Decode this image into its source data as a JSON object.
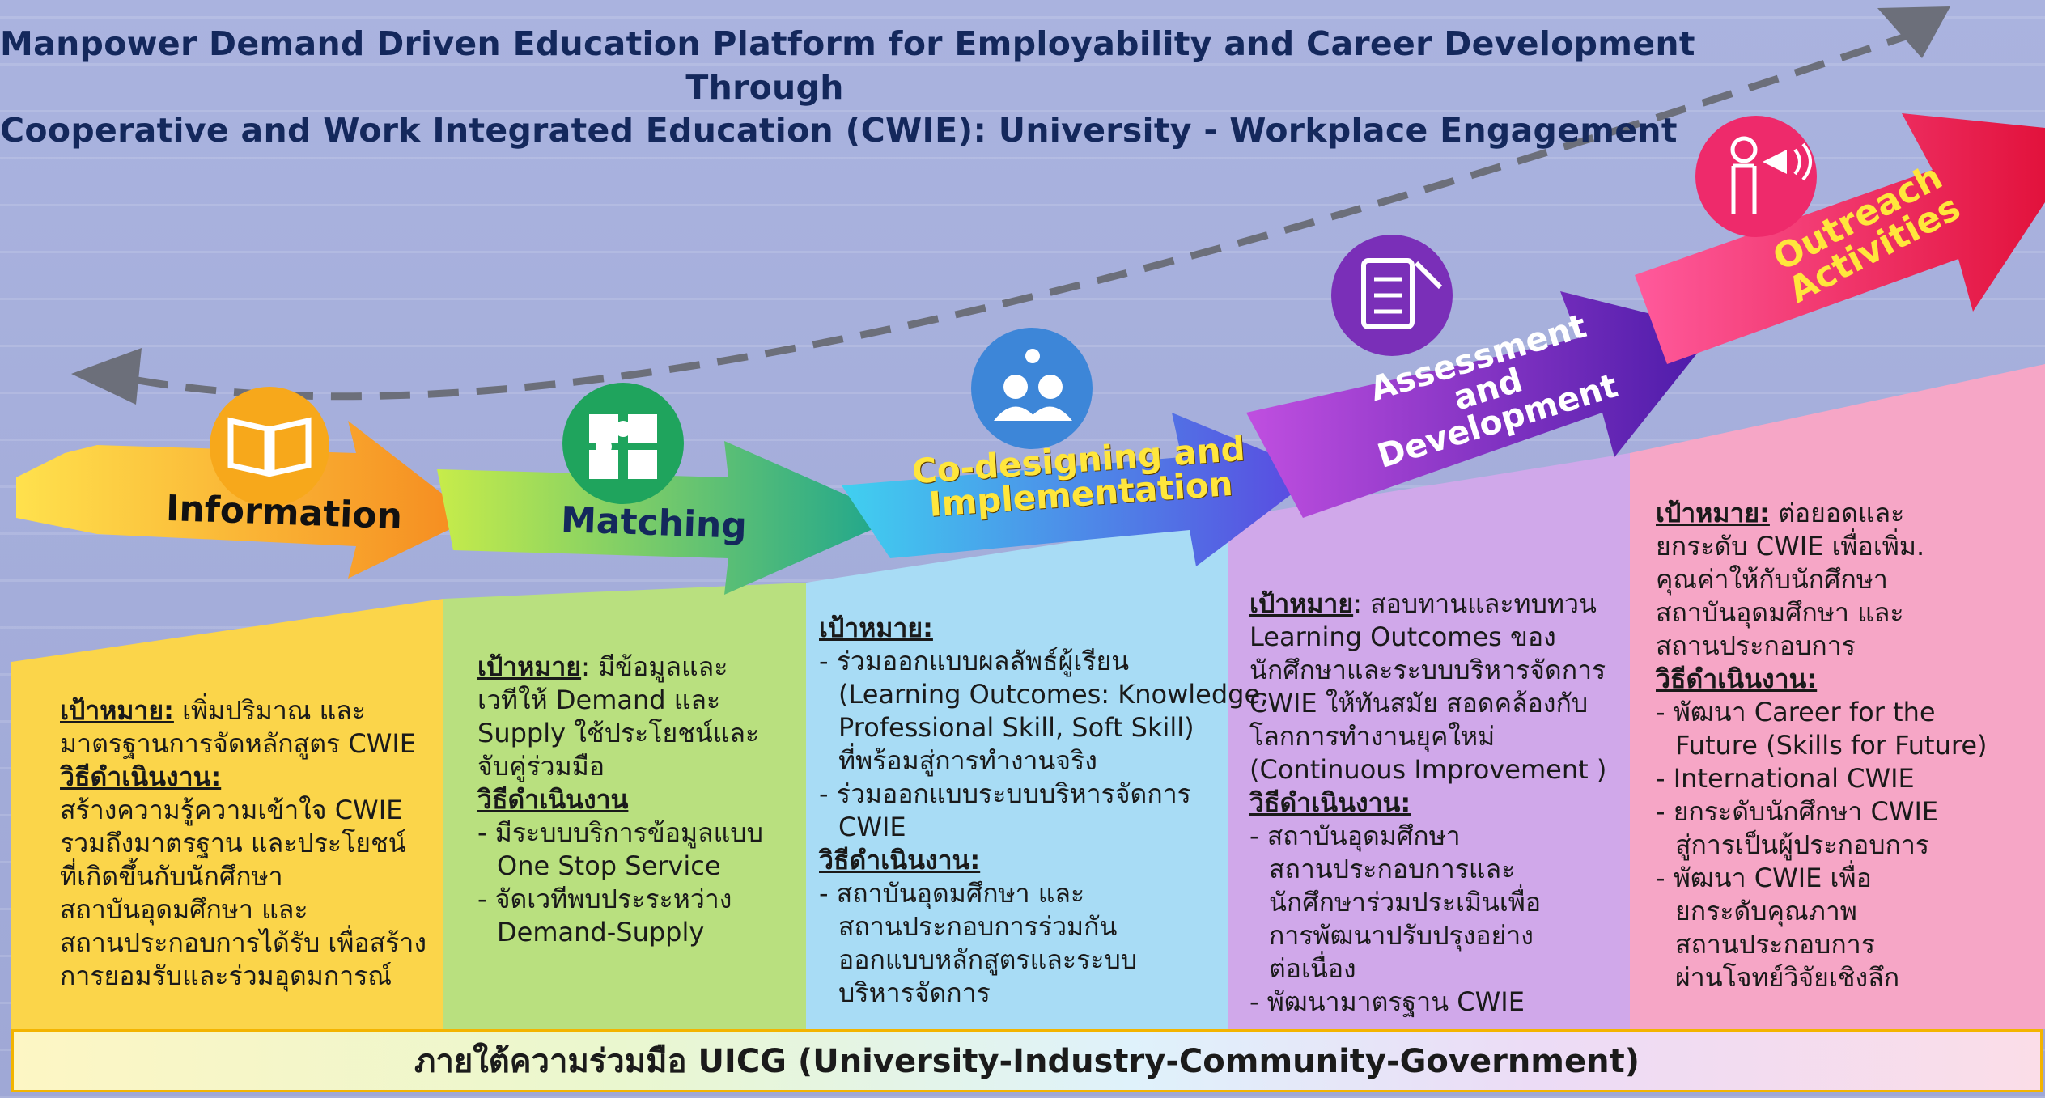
{
  "title": {
    "line1": "Manpower Demand Driven Education Platform for Employability and Career Development",
    "line2": "Through",
    "line3": "Cooperative and Work Integrated Education (CWIE): University - Workplace Engagement"
  },
  "stages": [
    {
      "label": "Information",
      "icon": "book-icon",
      "color": "#f6a21d"
    },
    {
      "label": "Matching",
      "icon": "puzzle-icon",
      "color": "#2ab5a0"
    },
    {
      "label_line1": "Co-designing and",
      "label_line2": "Implementation",
      "icon": "team-idea-icon",
      "color": "#3a8ee6"
    },
    {
      "label_line1": "Assessment",
      "label_line2": "and",
      "label_line3": "Development",
      "icon": "checklist-icon",
      "color": "#8e2fc8"
    },
    {
      "label_line1": "Outreach",
      "label_line2": "Activities",
      "icon": "megaphone-person-icon",
      "color": "#f0317a"
    }
  ],
  "panels": [
    {
      "goal_head": "เป้าหมาย:",
      "goal_lines": [
        " เพิ่มปริมาณ และ",
        "มาตรฐานการจัดหลักสูตร CWIE"
      ],
      "method_head": "วิธีดำเนินงาน:",
      "method_lines": [
        "สร้างความรู้ความเข้าใจ CWIE",
        "รวมถึงมาตรฐาน และประโยชน์",
        "ที่เกิดขึ้นกับนักศึกษา",
        "สถาบันอุดมศึกษา และ",
        "สถานประกอบการได้รับ เพื่อสร้าง",
        "การยอมรับและร่วมอุดมการณ์"
      ]
    },
    {
      "goal_head": "เป้าหมาย",
      "goal_lines": [
        ": มีข้อมูลและ",
        "เวทีให้ Demand และ",
        "Supply ใช้ประโยชน์และ",
        "จับคู่ร่วมมือ"
      ],
      "method_head": "วิธีดำเนินงาน",
      "method_lines": [
        "- มีระบบบริการข้อมูลแบบ",
        "One Stop Service",
        "- จัดเวทีพบประระหว่าง",
        "Demand-Supply"
      ]
    },
    {
      "goal_head": "เป้าหมาย:",
      "goal_lines": [
        "- ร่วมออกแบบผลลัพธ์ผู้เรียน",
        "(Learning Outcomes: Knowledge,",
        "Professional  Skill, Soft  Skill)",
        "ที่พร้อมสู่การทำงานจริง",
        "- ร่วมออกแบบระบบบริหารจัดการ",
        "CWIE"
      ],
      "method_head": "วิธีดำเนินงาน:",
      "method_lines": [
        "- สถาบันอุดมศึกษา และ",
        "สถานประกอบการร่วมกัน",
        "ออกแบบหลักสูตรและระบบ",
        "บริหารจัดการ"
      ]
    },
    {
      "goal_head": "เป้าหมาย",
      "goal_lines": [
        ": สอบทานและทบทวน",
        "Learning Outcomes ของ",
        "นักศึกษาและระบบบริหารจัดการ",
        "CWIE ให้ทันสมัย สอดคล้องกับ",
        "โลกการทำงานยุคใหม่",
        "(Continuous Improvement )"
      ],
      "method_head": "วิธีดำเนินงาน:",
      "method_lines": [
        "- สถาบันอุดมศึกษา",
        "สถานประกอบการและ",
        "นักศึกษาร่วมประเมินเพื่อ",
        "การพัฒนาปรับปรุงอย่าง",
        "ต่อเนื่อง",
        "- พัฒนามาตรฐาน CWIE"
      ]
    },
    {
      "goal_head": "เป้าหมาย:",
      "goal_lines": [
        " ต่อยอดและ",
        "ยกระดับ CWIE เพื่อเพิ่ม.",
        "คุณค่าให้กับนักศึกษา",
        "สถาบันอุดมศึกษา และ",
        "สถานประกอบการ"
      ],
      "method_head": "วิธีดำเนินงาน:",
      "method_lines": [
        "- พัฒนา Career for the",
        "Future (Skills for Future)",
        "- International CWIE",
        "- ยกระดับนักศึกษา CWIE",
        "สู่การเป็นผู้ประกอบการ",
        "- พัฒนา CWIE เพื่อ",
        "ยกระดับคุณภาพ",
        "สถานประกอบการ",
        "ผ่านโจทย์วิจัยเชิงลึก"
      ]
    }
  ],
  "footer": "ภายใต้ความร่วมมือ UICG (University-Industry-Community-Government)"
}
